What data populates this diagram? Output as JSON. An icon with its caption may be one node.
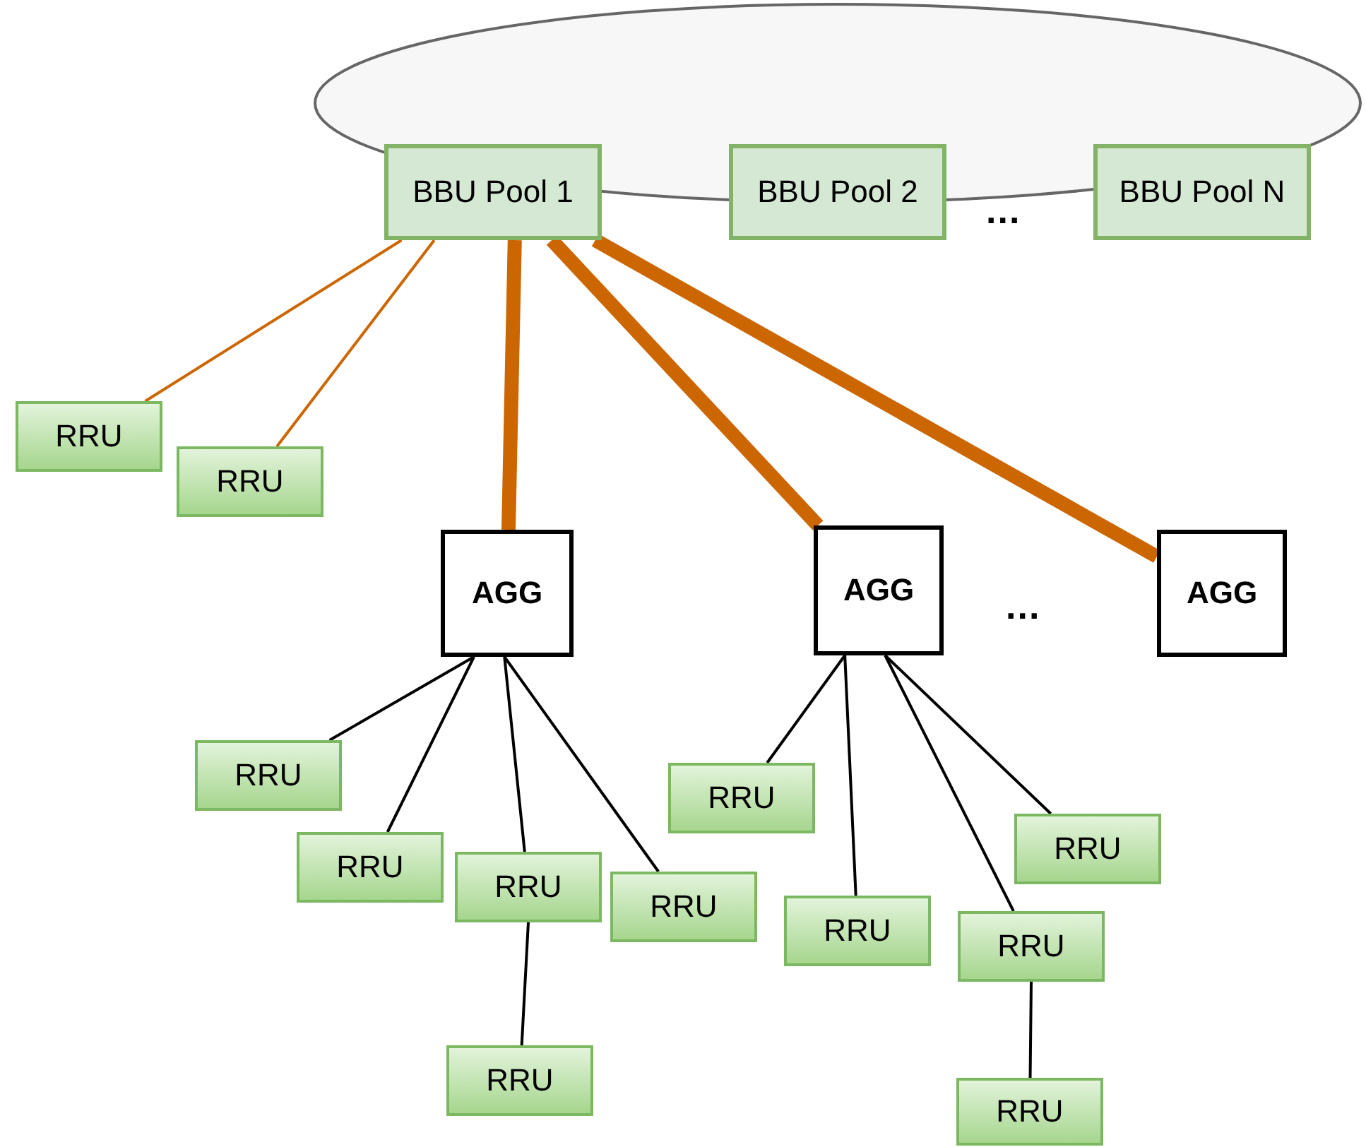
{
  "diagram": {
    "nodes": [
      {
        "text": [],
        "shape": "ellipse"
      },
      {
        "text": [
          "BBU Pool 1"
        ]
      },
      {
        "text": [
          "BBU Pool 2"
        ]
      },
      {
        "text": [
          "BBU Pool N"
        ]
      },
      {
        "text": [
          "RRU"
        ]
      },
      {
        "text": [
          "RRU"
        ]
      },
      {
        "text": [
          "AGG"
        ]
      },
      {
        "text": [
          "AGG"
        ]
      },
      {
        "text": [
          "AGG"
        ]
      },
      {
        "text": [
          "RRU"
        ]
      },
      {
        "text": [
          "RRU"
        ]
      },
      {
        "text": [
          "RRU"
        ]
      },
      {
        "text": [
          "RRU"
        ]
      },
      {
        "text": [
          "RRU"
        ]
      },
      {
        "text": [
          "RRU"
        ]
      },
      {
        "text": [
          "RRU"
        ]
      },
      {
        "text": [
          "RRU"
        ]
      },
      {
        "text": [
          "RRU"
        ]
      },
      {
        "text": [
          "RRU"
        ]
      }
    ],
    "edges": [
      {
        "from": 1,
        "to": 4,
        "arrow": "none",
        "color": "#cc6600"
      },
      {
        "from": 1,
        "to": 5,
        "arrow": "none",
        "color": "#cc6600"
      },
      {
        "from": 1,
        "to": 6,
        "arrow": "none",
        "style": "thick",
        "color": "#cc6600"
      },
      {
        "from": 1,
        "to": 7,
        "arrow": "none",
        "style": "thick",
        "color": "#cc6600"
      },
      {
        "from": 1,
        "to": 8,
        "arrow": "none",
        "style": "thick",
        "color": "#cc6600"
      },
      {
        "from": 6,
        "to": 9,
        "arrow": "none"
      },
      {
        "from": 6,
        "to": 10,
        "arrow": "none"
      },
      {
        "from": 6,
        "to": 11,
        "arrow": "none"
      },
      {
        "from": 6,
        "to": 12,
        "arrow": "none"
      },
      {
        "from": 11,
        "to": 13,
        "arrow": "none"
      },
      {
        "from": 7,
        "to": 14,
        "arrow": "none"
      },
      {
        "from": 7,
        "to": 15,
        "arrow": "none"
      },
      {
        "from": 7,
        "to": 16,
        "arrow": "none"
      },
      {
        "from": 7,
        "to": 17,
        "arrow": "none"
      },
      {
        "from": 17,
        "to": 18,
        "arrow": "none"
      }
    ],
    "labels": [
      "...",
      "..."
    ]
  }
}
